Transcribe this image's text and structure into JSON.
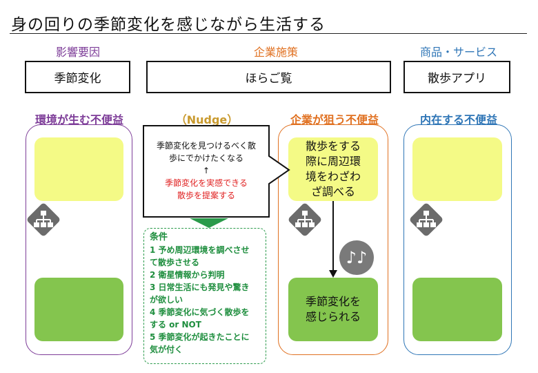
{
  "title": "身の回りの季節変化を感じながら生活する",
  "sections": {
    "influence": "影響要因",
    "measure": "企業施策",
    "product": "商品・サービス"
  },
  "boxes": {
    "influence": "季節変化",
    "measure": "ほらご覧",
    "product": "散歩アプリ"
  },
  "columns": {
    "env": "環境が生む不便益",
    "nudge": "（Nudge）",
    "target": "企業が狙う不便益",
    "inner": "内在する不便益"
  },
  "nudge": {
    "line1": "季節変化を見つけるべく散",
    "line2": "歩にでかけたくなる",
    "arrow": "↑",
    "line3": "季節変化を実感できる",
    "line4": "散歩を提案する"
  },
  "conditions": {
    "title": "条件",
    "items": [
      "1 予め周辺環境を調べさせ",
      "て散歩させる",
      "2 衛星情報から判明",
      "3 日常生活にも発見や驚き",
      "が欲しい",
      "4 季節変化に気づく散歩を",
      "する or NOT",
      "5 季節変化が起きたことに",
      "気が付く"
    ]
  },
  "target": {
    "yellow_lines": [
      "散歩をする",
      "際に周辺環",
      "境をわざわ",
      "ざ調べる"
    ],
    "green_lines": [
      "季節変化を",
      "感じられる"
    ]
  },
  "icons": {
    "network": "network-icon",
    "music": "♪♪"
  },
  "colors": {
    "env": "#7d3c98",
    "nudge": "#c99a2e",
    "target": "#e07020",
    "inner": "#2e75b6",
    "nudge_red": "#e02020",
    "cond_green": "#1e8e3e",
    "yellow": "#f4fa86",
    "green": "#84c54e",
    "diamond": "#6b6b6b"
  }
}
